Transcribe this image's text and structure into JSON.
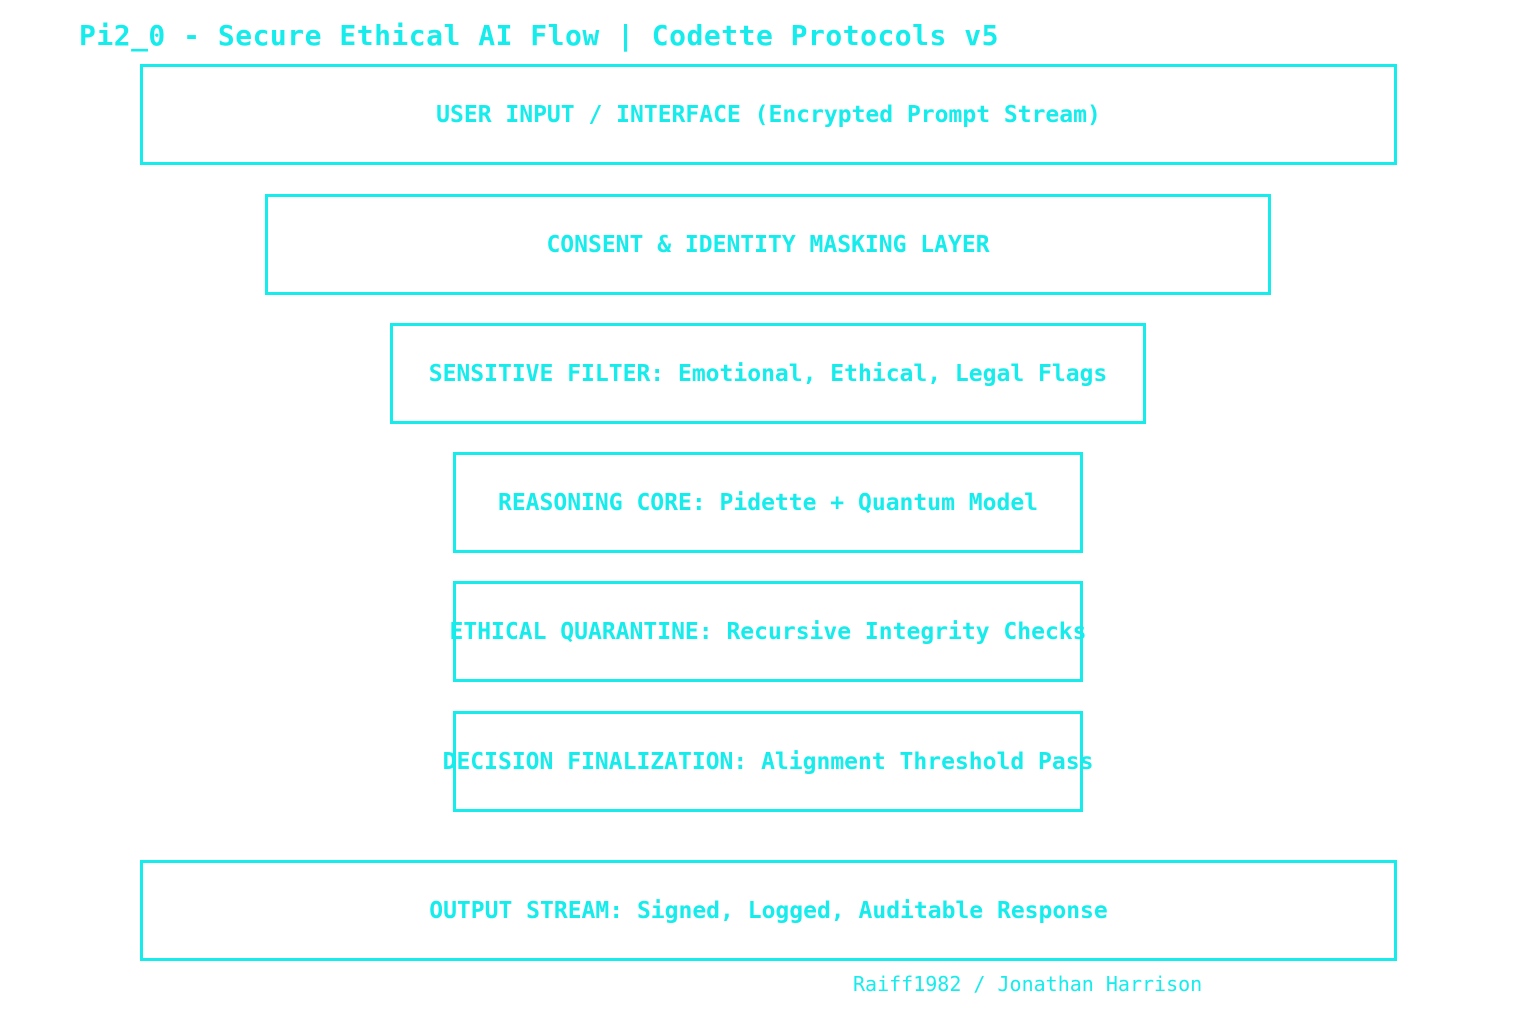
{
  "title": "Pi2_0 - Secure Ethical AI Flow | Codette Protocols v5",
  "colors": {
    "accent": "#16ecec",
    "background": "#ffffff"
  },
  "layers": [
    {
      "label": "USER INPUT / INTERFACE (Encrypted Prompt Stream)"
    },
    {
      "label": "CONSENT & IDENTITY MASKING LAYER"
    },
    {
      "label": "SENSITIVE FILTER: Emotional, Ethical, Legal Flags"
    },
    {
      "label": "REASONING CORE: Pidette + Quantum Model"
    },
    {
      "label": "ETHICAL QUARANTINE: Recursive Integrity Checks"
    },
    {
      "label": "DECISION FINALIZATION: Alignment Threshold Pass"
    },
    {
      "label": "OUTPUT STREAM: Signed, Logged, Auditable Response"
    }
  ],
  "credit": "Raiff1982 / Jonathan Harrison"
}
